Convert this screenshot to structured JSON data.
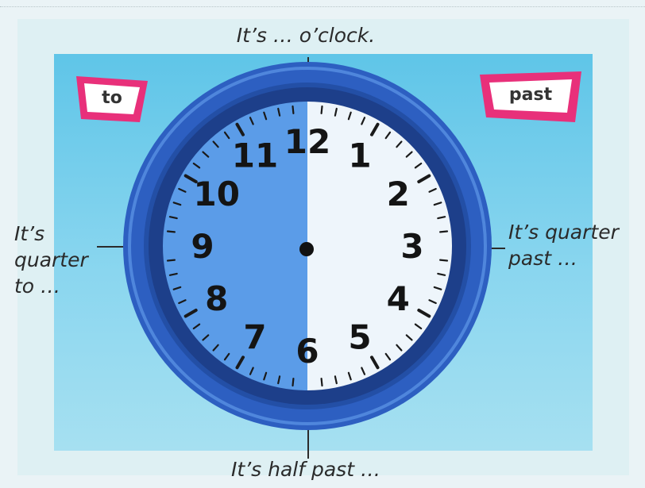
{
  "labels": {
    "top": "It’s … o’clock.",
    "bottom": "It’s half past …",
    "left": [
      "It’s",
      "quarter",
      "to …"
    ],
    "right": [
      "It’s quarter",
      "past …"
    ]
  },
  "tags": {
    "to": "to",
    "past": "past"
  },
  "clock": {
    "numerals": [
      "12",
      "1",
      "2",
      "3",
      "4",
      "5",
      "6",
      "7",
      "8",
      "9",
      "10",
      "11"
    ]
  },
  "colors": {
    "background": "#5fc5e8",
    "clock_rim": "#2d5fc1",
    "left_half": "#5b9ce8",
    "right_half": "#eef5fb",
    "tag_border": "#e8307a"
  }
}
